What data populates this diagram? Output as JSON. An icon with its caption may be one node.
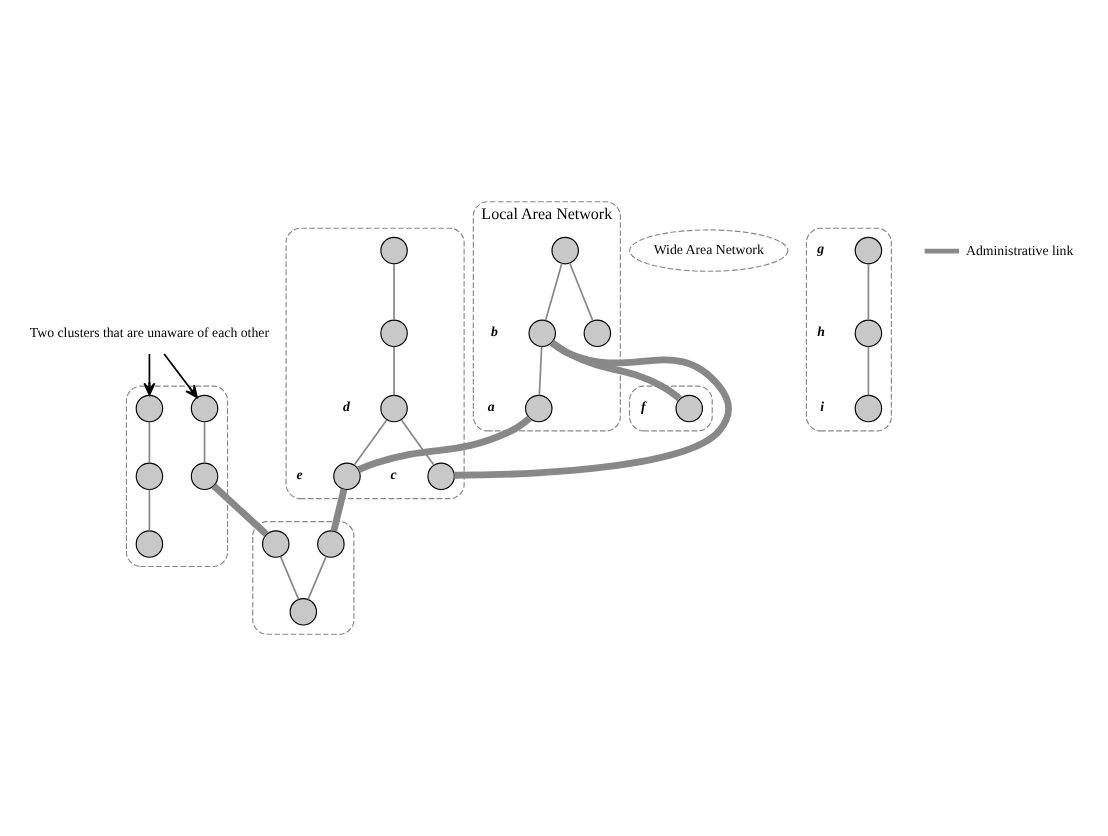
{
  "diagram": {
    "nodes": [
      {
        "text": [
          "Local Area Network"
        ]
      },
      {
        "text": [],
        "shape": "circle",
        "in": 0
      },
      {
        "text": [],
        "shape": "circle",
        "in": 0
      },
      {
        "text": [],
        "shape": "circle",
        "in": 0,
        "beside": [
          "b"
        ]
      },
      {
        "text": [],
        "shape": "circle",
        "in": 0,
        "beside": [
          "a"
        ]
      },
      {
        "text": [],
        "shape": "ellipse"
      },
      {
        "text": [],
        "shape": "circle",
        "in": 5,
        "beside": [
          "f"
        ]
      },
      {
        "text": [
          "Two clusters that are unaware of each other"
        ]
      },
      {
        "text": [],
        "shape": "ellipse"
      },
      {
        "text": [],
        "shape": "circle",
        "in": 8
      },
      {
        "text": [],
        "shape": "circle",
        "in": 8
      },
      {
        "text": [],
        "shape": "circle",
        "in": 8
      },
      {
        "text": [],
        "shape": "circle",
        "in": 8
      },
      {
        "text": [],
        "shape": "circle",
        "in": 8
      },
      {
        "text": [
          "Wide Area Network"
        ]
      },
      {
        "text": [],
        "shape": "ellipse"
      },
      {
        "text": [],
        "shape": "circle",
        "in": 15
      },
      {
        "text": [],
        "shape": "circle",
        "in": 15
      },
      {
        "text": [],
        "shape": "circle",
        "in": 15,
        "beside": [
          "d"
        ]
      },
      {
        "text": [],
        "shape": "circle",
        "in": 15,
        "beside": [
          "c"
        ]
      },
      {
        "text": [],
        "shape": "circle",
        "in": 15,
        "beside": [
          "e"
        ]
      },
      {
        "text": [],
        "shape": "ellipse"
      },
      {
        "text": [],
        "shape": "circle",
        "in": 21,
        "beside": [
          "g"
        ]
      },
      {
        "text": [],
        "shape": "circle",
        "in": 21,
        "beside": [
          "i"
        ]
      },
      {
        "text": [],
        "shape": "circle",
        "in": 21,
        "beside": [
          "h"
        ]
      },
      {
        "text": [],
        "shape": "ellipse"
      },
      {
        "text": [],
        "shape": "circle",
        "in": 25
      },
      {
        "text": [],
        "shape": "circle",
        "in": 25
      },
      {
        "text": [],
        "shape": "circle",
        "in": 25
      }
    ],
    "edges": [
      {
        "from": 2,
        "to": 1,
        "arrow": "none"
      },
      {
        "from": 2,
        "to": 3,
        "arrow": "none"
      },
      {
        "from": 3,
        "to": 4,
        "arrow": "none"
      },
      {
        "from": 9,
        "to": 10,
        "arrow": "none"
      },
      {
        "from": 10,
        "to": 11,
        "arrow": "none"
      },
      {
        "from": 12,
        "to": 13,
        "arrow": "none"
      },
      {
        "from": 16,
        "to": 17,
        "arrow": "none"
      },
      {
        "from": 17,
        "to": 18,
        "arrow": "none"
      },
      {
        "from": 18,
        "to": 19,
        "arrow": "none"
      },
      {
        "from": 18,
        "to": 20,
        "arrow": "none"
      },
      {
        "from": 22,
        "to": 24,
        "arrow": "none"
      },
      {
        "from": 24,
        "to": 23,
        "arrow": "none"
      },
      {
        "from": 26,
        "to": 28,
        "arrow": "none"
      },
      {
        "from": 27,
        "to": 28,
        "arrow": "none"
      },
      {
        "from": 3,
        "to": 6,
        "arrow": "none",
        "style": "thick"
      },
      {
        "from": 3,
        "to": 19,
        "arrow": "none",
        "style": "thick"
      },
      {
        "from": 4,
        "to": 20,
        "arrow": "none",
        "style": "thick"
      },
      {
        "from": 13,
        "to": 26,
        "arrow": "none",
        "style": "thick"
      },
      {
        "from": 20,
        "to": 27,
        "arrow": "none",
        "style": "thick"
      },
      {
        "from": 7,
        "to": 9,
        "arrow": "to",
        "color": "#000000"
      },
      {
        "from": 7,
        "to": 12,
        "arrow": "to",
        "color": "#000000"
      }
    ],
    "legend": [
      {
        "text": "Administrative link"
      }
    ]
  }
}
